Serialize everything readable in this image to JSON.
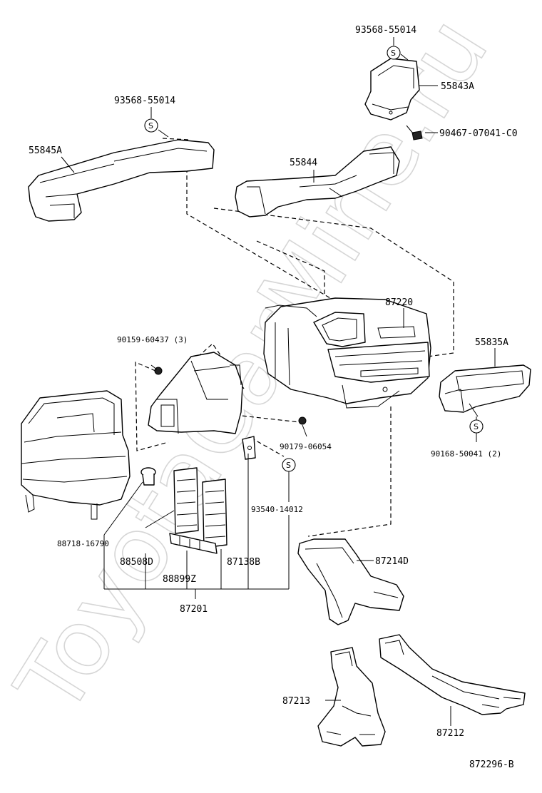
{
  "watermark": "ToyotaCarMine.ru",
  "diagram_id": "872296-B",
  "symbol_s": "S",
  "parts": {
    "p93568_top": "93568-55014",
    "p55843A": "55843A",
    "p90467": "90467-07041-C0",
    "p93568_left": "93568-55014",
    "p55845A": "55845A",
    "p55844": "55844",
    "p87220": "87220",
    "p90159": "90159-60437 (3)",
    "p55835A": "55835A",
    "p90179": "90179-06054",
    "p90168": "90168-50041 (2)",
    "p93540": "93540-14012",
    "p88718": "88718-16790",
    "p88508D": "88508D",
    "p88899Z": "88899Z",
    "p87138B": "87138B",
    "p87201": "87201",
    "p87214D": "87214D",
    "p87213": "87213",
    "p87212": "87212"
  }
}
